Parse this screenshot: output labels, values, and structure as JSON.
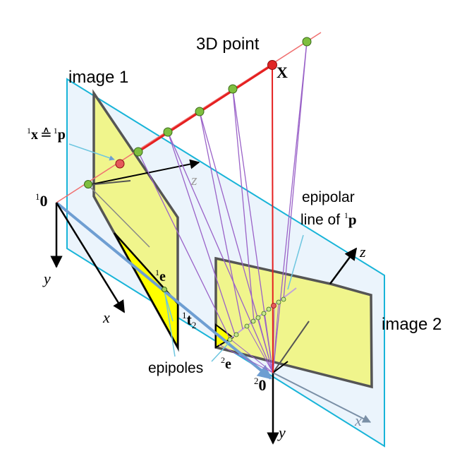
{
  "labels": {
    "point_3d": "3D point",
    "point_X": "X",
    "image_1": "image 1",
    "image_2": "image 2",
    "x_pre": "1",
    "x_bold": "x",
    "x_eq": "≙",
    "x_pre2": "1",
    "p_bold": "p",
    "origin1_pre": "1",
    "origin1_bold": "0",
    "origin2_pre": "2",
    "origin2_bold": "0",
    "axis_x": "x",
    "axis_y": "y",
    "axis_z": "z",
    "epipolar_line1": "epipolar",
    "epipolar_line2_text": "line of ",
    "epipolar_line2_pre": "1",
    "epipolar_line2_bold": "p",
    "e1_pre": "1",
    "e1_bold": "e",
    "e2_pre": "2",
    "e2_bold": "e",
    "t_pre": "1",
    "t_bold": "t",
    "t_sub": "2",
    "epipoles": "epipoles"
  },
  "colors": {
    "image_plane_fill": "#e8f2fc",
    "image_plane_stroke": "#18b4d8",
    "sensor_fill": "#f0f58c",
    "sensor_stroke": "#555555",
    "ray": "#e52020",
    "ray_thin": "#f07070",
    "projection_lines": "#9a62c8",
    "baseline": "#6e9ed2",
    "point_green": "#7fbf3f",
    "point_red": "#e02424",
    "triangle_yellow": "#ffff00",
    "axis": "#000000"
  }
}
